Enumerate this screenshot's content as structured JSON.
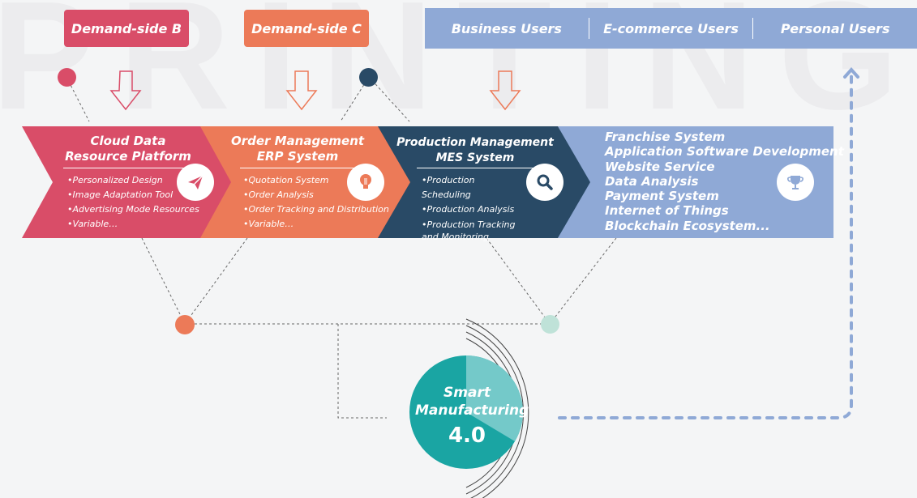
{
  "background_word": "PRINTING",
  "tags": {
    "b": "Demand-side B",
    "c": "Demand-side C"
  },
  "users": [
    "Business Users",
    "E-commerce Users",
    "Personal Users"
  ],
  "stages": [
    {
      "title": [
        "Cloud Data",
        "Resource Platform"
      ],
      "color": "#d94d68",
      "icon": "paper-plane-icon",
      "items": [
        "Personalized  Design",
        "Image Adaptation Tool",
        "Advertising Mode Resources",
        "Variable…"
      ]
    },
    {
      "title": [
        "Order Management",
        "ERP System"
      ],
      "color": "#ec7a58",
      "icon": "lightbulb-icon",
      "items": [
        "Quotation System",
        "Order Analysis",
        "Order Tracking and Distribution",
        "Variable…"
      ]
    },
    {
      "title": [
        "Production Management",
        "MES System"
      ],
      "color": "#294a66",
      "icon": "search-icon",
      "items": [
        "Production Scheduling",
        "Production Analysis",
        "Production Tracking and Monitoring"
      ]
    },
    {
      "color": "#8fa9d6",
      "icon": "trophy-icon",
      "items": [
        "Franchise System",
        "Application Software Development",
        "Website Service",
        "Data Analysis",
        "Payment System",
        "Internet of Things",
        "Blockchain Ecosystem..."
      ]
    }
  ],
  "center": {
    "line1": "Smart",
    "line2": "Manufacturing",
    "version": "4.0"
  },
  "colors": {
    "pink": "#d94d68",
    "orange": "#ec7a58",
    "navy": "#294a66",
    "blue": "#8fa9d6",
    "teal": "#1aa5a3",
    "teal_light": "#74c9c9",
    "mint": "#bfe2d8"
  }
}
